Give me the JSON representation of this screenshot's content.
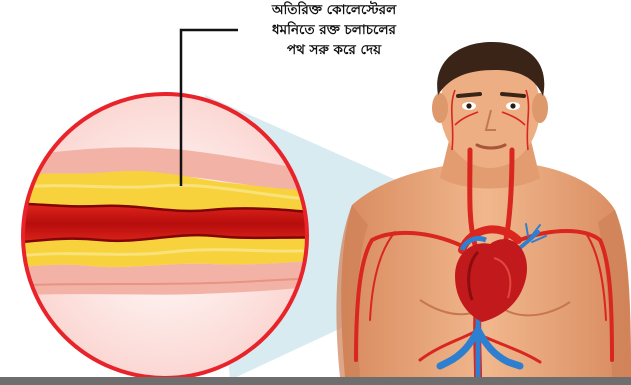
{
  "caption": {
    "lines": [
      "অতিরিক্ত কোলেস্টেরল",
      "ধমনিতে রক্ত চলাচলের",
      "পথ সরু করে দেয়"
    ]
  },
  "colors": {
    "circle_border": "#e8232a",
    "circle_fill": "#fde6e4",
    "vessel_wall": "#f2b2a6",
    "cholesterol": "#f7d23c",
    "blood": "#c41414",
    "artery_red": "#d9261f",
    "vein_blue": "#2f7fd0",
    "skin": "#e9a77d",
    "hair": "#3a2418",
    "callout_line": "#111111",
    "bottom_bar": "#6e6e6e"
  },
  "illustration": {
    "icons": [
      "artery-cross-section-icon",
      "heart-icon",
      "human-torso-icon"
    ]
  }
}
